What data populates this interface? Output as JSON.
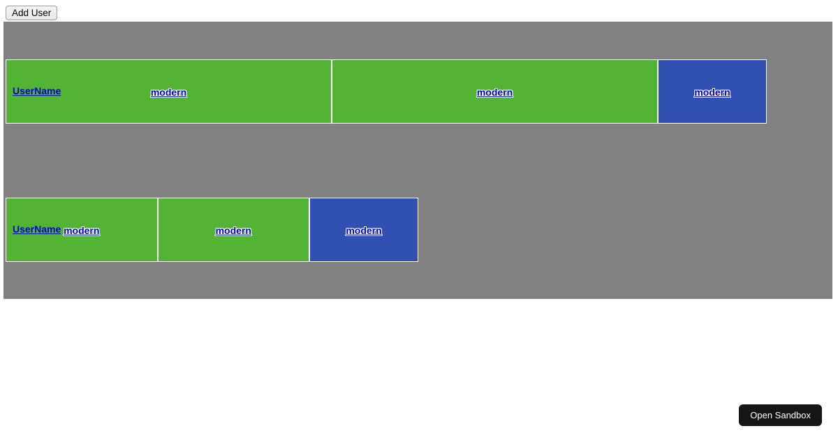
{
  "toolbar": {
    "add_user_label": "Add User"
  },
  "colors": {
    "panel_gray": "#818181",
    "cell_green": "#52b334",
    "cell_blue": "#3051b2",
    "link_blue": "#0000cc",
    "sandbox_bg": "#151515",
    "sandbox_fg": "#ffffff"
  },
  "users": [
    {
      "name": "UserName",
      "modern_links": [
        "modern",
        "modern",
        "modern"
      ]
    },
    {
      "name": "UserName",
      "modern_links": [
        "modern",
        "modern",
        "modern"
      ]
    }
  ],
  "sandbox": {
    "open_label": "Open Sandbox"
  }
}
